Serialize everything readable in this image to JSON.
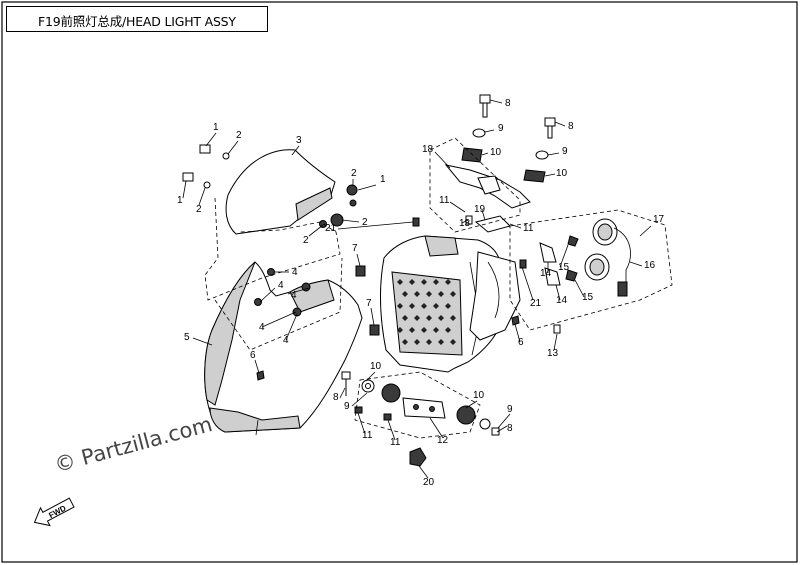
{
  "title": "F19前照灯总成/HEAD LIGHT  ASSY",
  "watermark": "© Partzilla.com",
  "direction_marker": "FWD",
  "callouts": [
    "1",
    "2",
    "3",
    "4",
    "5",
    "6",
    "7",
    "8",
    "9",
    "10",
    "11",
    "12",
    "13",
    "14",
    "15",
    "16",
    "17",
    "18",
    "19",
    "20",
    "21"
  ]
}
